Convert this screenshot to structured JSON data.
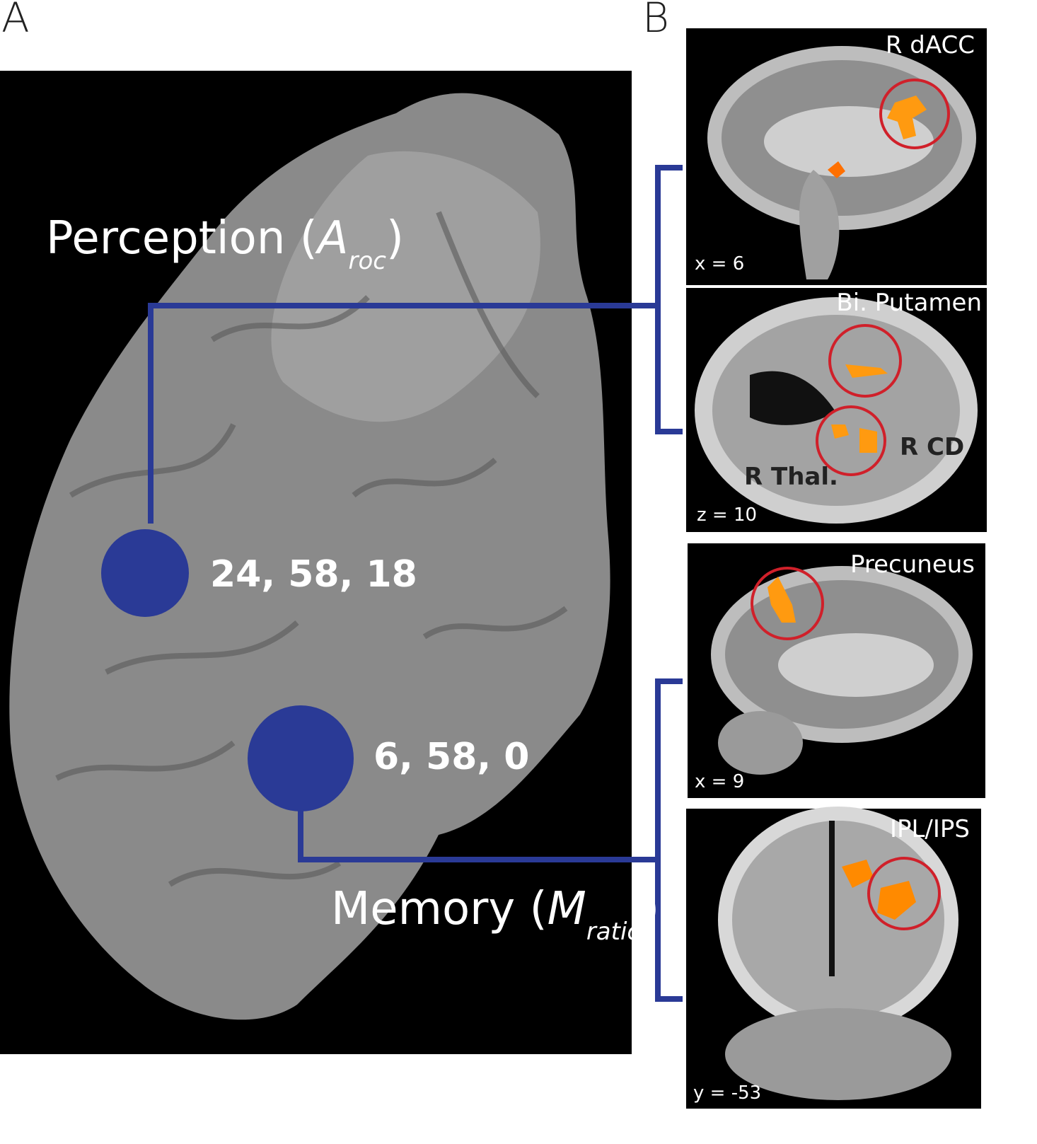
{
  "panels": {
    "a": "A",
    "b": "B"
  },
  "panel_a": {
    "perception": {
      "label": "Perception (",
      "symbol": "A",
      "subscript": "roc",
      "close": ")"
    },
    "memory": {
      "label": "Memory (",
      "symbol": "M",
      "subscript": "ratio",
      "close": ")"
    },
    "coordinates": [
      "24, 58, 18",
      "6, 58, 0"
    ]
  },
  "panel_b": {
    "slices": [
      {
        "region": "R dACC",
        "coord": "x = 6"
      },
      {
        "region": "Bi. Putamen",
        "coord": "z = 10",
        "extra": [
          "R CD",
          "R Thal."
        ]
      },
      {
        "region": "Precuneus",
        "coord": "x = 9"
      },
      {
        "region": "IPL/IPS",
        "coord": "y = -53"
      }
    ]
  },
  "colors": {
    "connector": "#2a3a96",
    "roi_circle": "#d0202a",
    "activation": "#ff8a00"
  }
}
